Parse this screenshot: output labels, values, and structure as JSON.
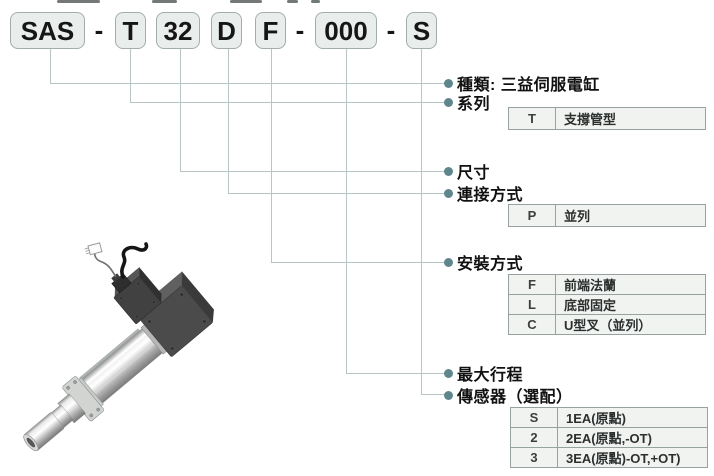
{
  "code_line": {
    "boxes": [
      "SAS",
      "T",
      "32",
      "D",
      "F",
      "000",
      "S"
    ],
    "separators": [
      "-",
      "-",
      "-"
    ]
  },
  "callouts": [
    {
      "label": "種類: 三益伺服電缸"
    },
    {
      "label": "系列"
    },
    {
      "label": "尺寸"
    },
    {
      "label": "連接方式"
    },
    {
      "label": "安裝方式"
    },
    {
      "label": "最大行程"
    },
    {
      "label": "傳感器（選配）"
    }
  ],
  "tables": {
    "series": {
      "rows": [
        {
          "code": "T",
          "desc": "支撐管型"
        }
      ]
    },
    "connection": {
      "rows": [
        {
          "code": "P",
          "desc": "並列"
        }
      ]
    },
    "mounting": {
      "rows": [
        {
          "code": "F",
          "desc": "前端法蘭"
        },
        {
          "code": "L",
          "desc": "底部固定"
        },
        {
          "code": "C",
          "desc": "U型叉（並列）"
        }
      ]
    },
    "sensor": {
      "rows": [
        {
          "code": "S",
          "desc": "1EA(原點)"
        },
        {
          "code": "2",
          "desc": "2EA(原點,-OT)"
        },
        {
          "code": "3",
          "desc": "3EA(原點)-OT,+OT)"
        }
      ]
    }
  },
  "colors": {
    "bullet": "#5f858d",
    "line": "#b9c4c4",
    "box_fill": "#e9edeb",
    "box_border": "#a3aeac",
    "table_fill": "#f1f3f1"
  },
  "product_image": {
    "alt": "servo electric cylinder with motor, flange and rod end"
  }
}
